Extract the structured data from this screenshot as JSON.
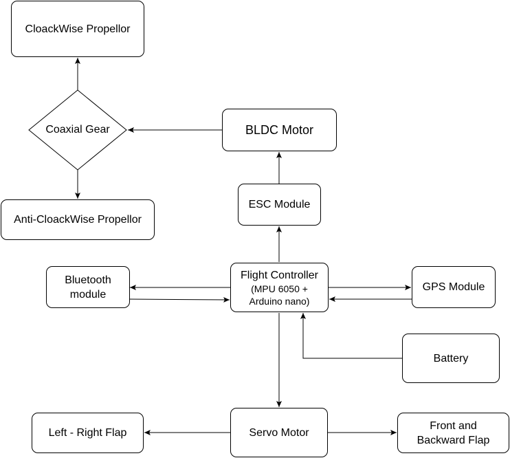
{
  "nodes": {
    "cw_propeller": "CloackWise Propellor",
    "coaxial_gear": "Coaxial Gear",
    "acw_propeller": "Anti-CloackWise Propellor",
    "bldc_motor": "BLDC Motor",
    "esc_module": "ESC Module",
    "flight_controller": {
      "title": "Flight Controller",
      "line2": "(MPU 6050 +",
      "line3": "Arduino nano)"
    },
    "bluetooth": {
      "line1": "Bluetooth",
      "line2": "module"
    },
    "gps_module": "GPS Module",
    "battery": "Battery",
    "servo_motor": "Servo Motor",
    "left_right_flap": "Left - Right Flap",
    "front_backward_flap": {
      "line1": "Front and",
      "line2": "Backward Flap"
    }
  }
}
